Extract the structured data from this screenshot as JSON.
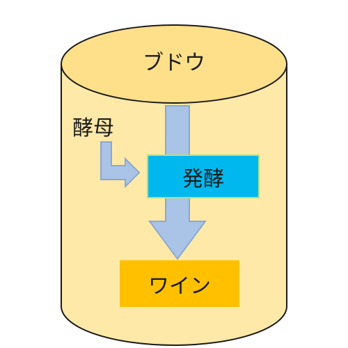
{
  "diagram": {
    "top_label": "ブドウ",
    "yeast_label": "酵母",
    "process_label": "発酵",
    "product_label": "ワイン"
  },
  "colors": {
    "cylinder_fill": "#ffe9a8",
    "cylinder_top_fill": "#ffe08a",
    "cylinder_stroke": "#1a1a1a",
    "arrow_fill": "#a9c4e6",
    "arrow_stroke": "#8aa9cf",
    "process_fill": "#00b8ee",
    "process_border": "#b6e07a",
    "product_fill": "#ffc000"
  }
}
